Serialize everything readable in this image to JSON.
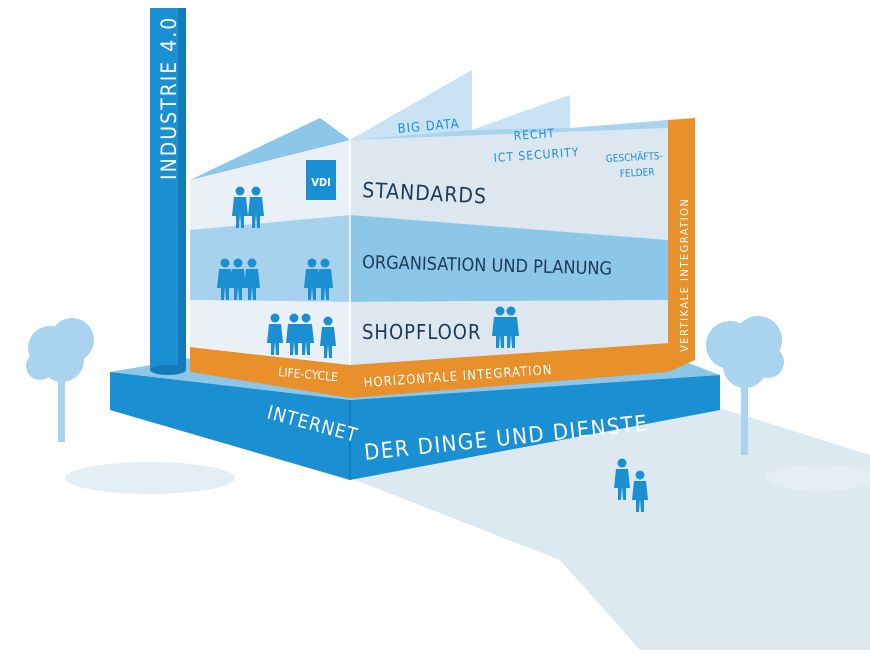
{
  "labels": {
    "pillar": "INDUSTRIE 4.0",
    "vdi_logo": "VDI",
    "roof_big_data": "BIG DATA",
    "roof_recht": "RECHT",
    "roof_ict_security": "ICT SECURITY",
    "roof_geschaefts": "GESCHÄFTS-",
    "roof_felder": "FELDER",
    "standards": "STANDARDS",
    "organisation": "ORGANISATION UND PLANUNG",
    "shopfloor": "SHOPFLOOR",
    "life_cycle": "LIFE-CYCLE",
    "horizontale": "HORIZONTALE INTEGRATION",
    "vertikale": "VERTIKALE INTEGRATION",
    "internet": "INTERNET",
    "der_dinge": "DER DINGE UND DIENSTE"
  },
  "colors": {
    "primary_blue": "#1a8fd2",
    "light_blue": "#8cc6e8",
    "pale_blue": "#dde9f2",
    "orange": "#e8902a",
    "shadow": "#dde9f1",
    "dark_text": "#1d3a55"
  },
  "icons": [
    "person-icon",
    "tree-icon",
    "vdi-logo"
  ]
}
